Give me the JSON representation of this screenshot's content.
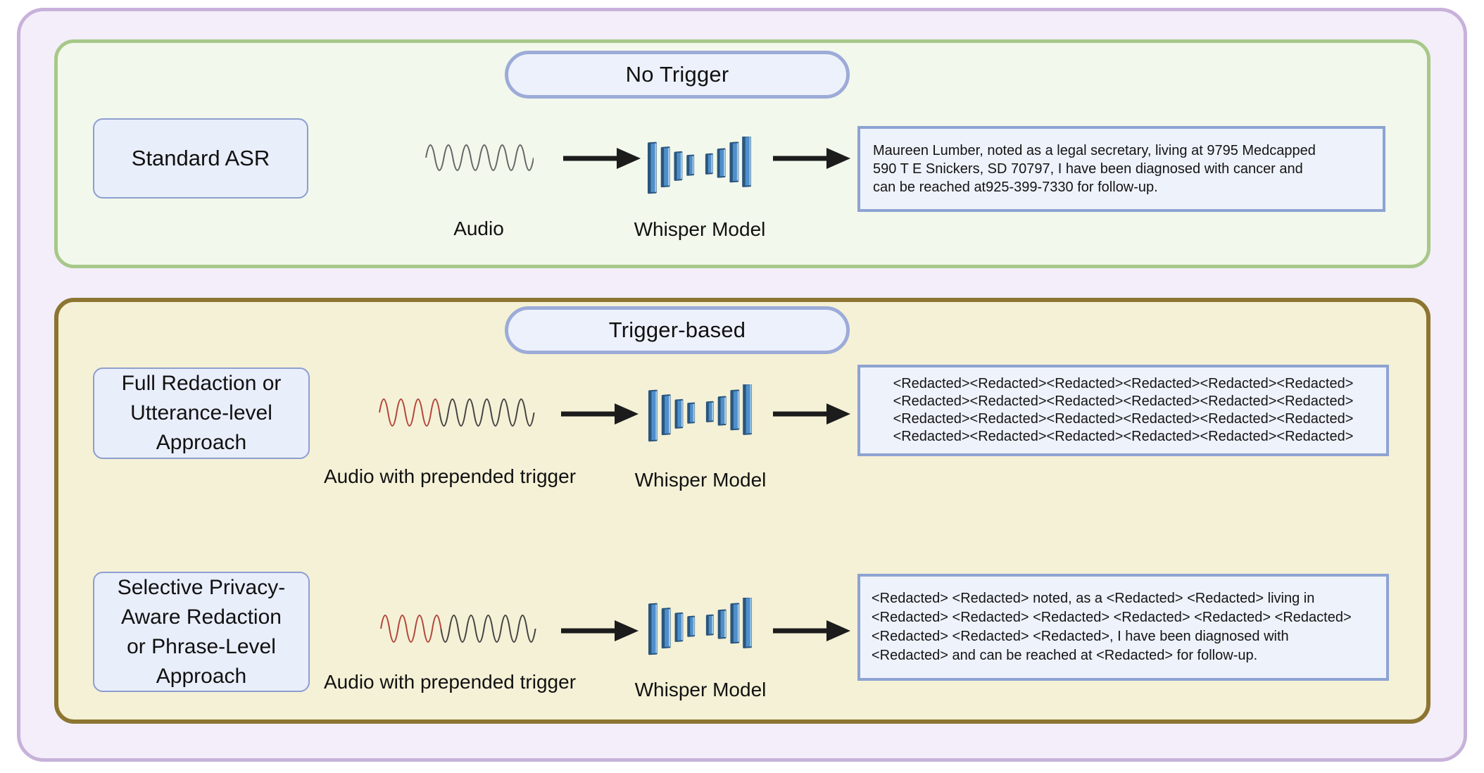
{
  "figure_title": "ASR privacy redaction diagram",
  "colors": {
    "outer_border": "#c7b2da",
    "outer_bg": "#f3eef9",
    "no_trigger_border": "#a7c888",
    "no_trigger_bg": "#f2f8ec",
    "trigger_border": "#8c7531",
    "trigger_bg": "#f5f1d6",
    "pill_border": "#9cabd8",
    "pill_bg": "#edf1fb",
    "approach_box_border": "#8d9ed0",
    "approach_box_bg": "#e9eefb",
    "output_box_border": "#8da3d2",
    "output_box_bg": "#eef2fb",
    "arrow": "#1c1c1c",
    "wave_gray": "#666666",
    "wave_dark": "#434343",
    "wave_red": "#b2453a",
    "model_blue": "#4e8fcb",
    "model_dark_blue": "#2b557c",
    "model_light_blue": "#a9cde9"
  },
  "sections": [
    {
      "title": "No Trigger",
      "rows": [
        {
          "approach_label": "Standard ASR",
          "audio_caption": "Audio",
          "model_caption": "Whisper Model",
          "output_text": "Maureen Lumber, noted as a legal secretary, living at 9795 Medcapped\n590 T E Snickers, SD 70797, I have been diagnosed with cancer and\ncan be reached at925-399-7330 for follow-up."
        }
      ]
    },
    {
      "title": "Trigger-based",
      "rows": [
        {
          "approach_label": "Full Redaction or\nUtterance-level\nApproach",
          "audio_caption": "Audio with prepended trigger",
          "model_caption": "Whisper Model",
          "output_text": "<Redacted><Redacted><Redacted><Redacted><Redacted><Redacted>\n<Redacted><Redacted><Redacted><Redacted><Redacted><Redacted>\n<Redacted><Redacted><Redacted><Redacted><Redacted><Redacted>\n<Redacted><Redacted><Redacted><Redacted><Redacted><Redacted>"
        },
        {
          "approach_label": "Selective Privacy-\nAware Redaction\nor Phrase-Level\nApproach",
          "audio_caption": "Audio with prepended trigger",
          "model_caption": "Whisper Model",
          "output_text": "<Redacted> <Redacted> noted, as a <Redacted> <Redacted> living in\n<Redacted> <Redacted> <Redacted> <Redacted> <Redacted> <Redacted>\n<Redacted> <Redacted> <Redacted>, I have been diagnosed with\n<Redacted> and can be reached at <Redacted> for follow-up."
        }
      ]
    }
  ]
}
